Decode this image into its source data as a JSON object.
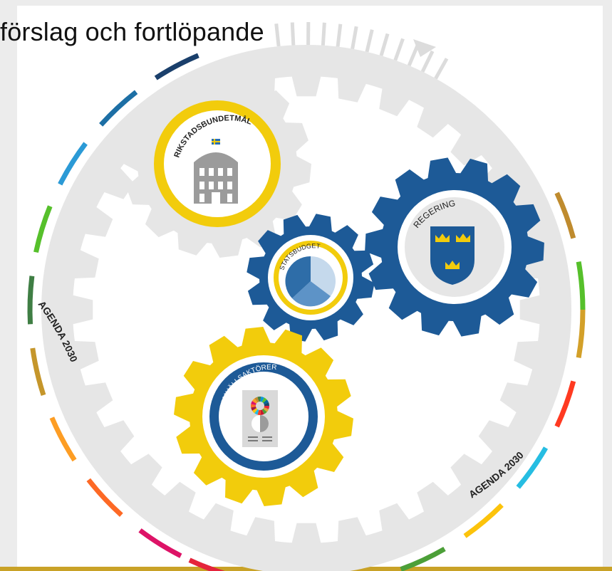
{
  "heading": "förslag och fortlöpande",
  "gears": {
    "riksdag": {
      "label": "RIKSTADSBUNDETMÅL",
      "color": "#f2cc0c"
    },
    "statsbudget": {
      "label": "STATSBUDGET",
      "color": "#1d5a97"
    },
    "regering": {
      "label": "REGERING",
      "color": "#1d5a97"
    },
    "samhall": {
      "label": "SAMHÄLLSAKTÖRER",
      "color": "#f2cc0c"
    }
  },
  "ring_labels": {
    "left": "AGENDA 2030",
    "bottom_right": "AGENDA 2030"
  },
  "colors": {
    "blue": "#1d5a97",
    "yellow": "#f2cc0c",
    "gear_gray": "#e6e6e6"
  },
  "icons": [
    "parliament-building-icon",
    "pie-chart-icon",
    "three-crowns-shield-icon",
    "sdg-report-icon"
  ]
}
